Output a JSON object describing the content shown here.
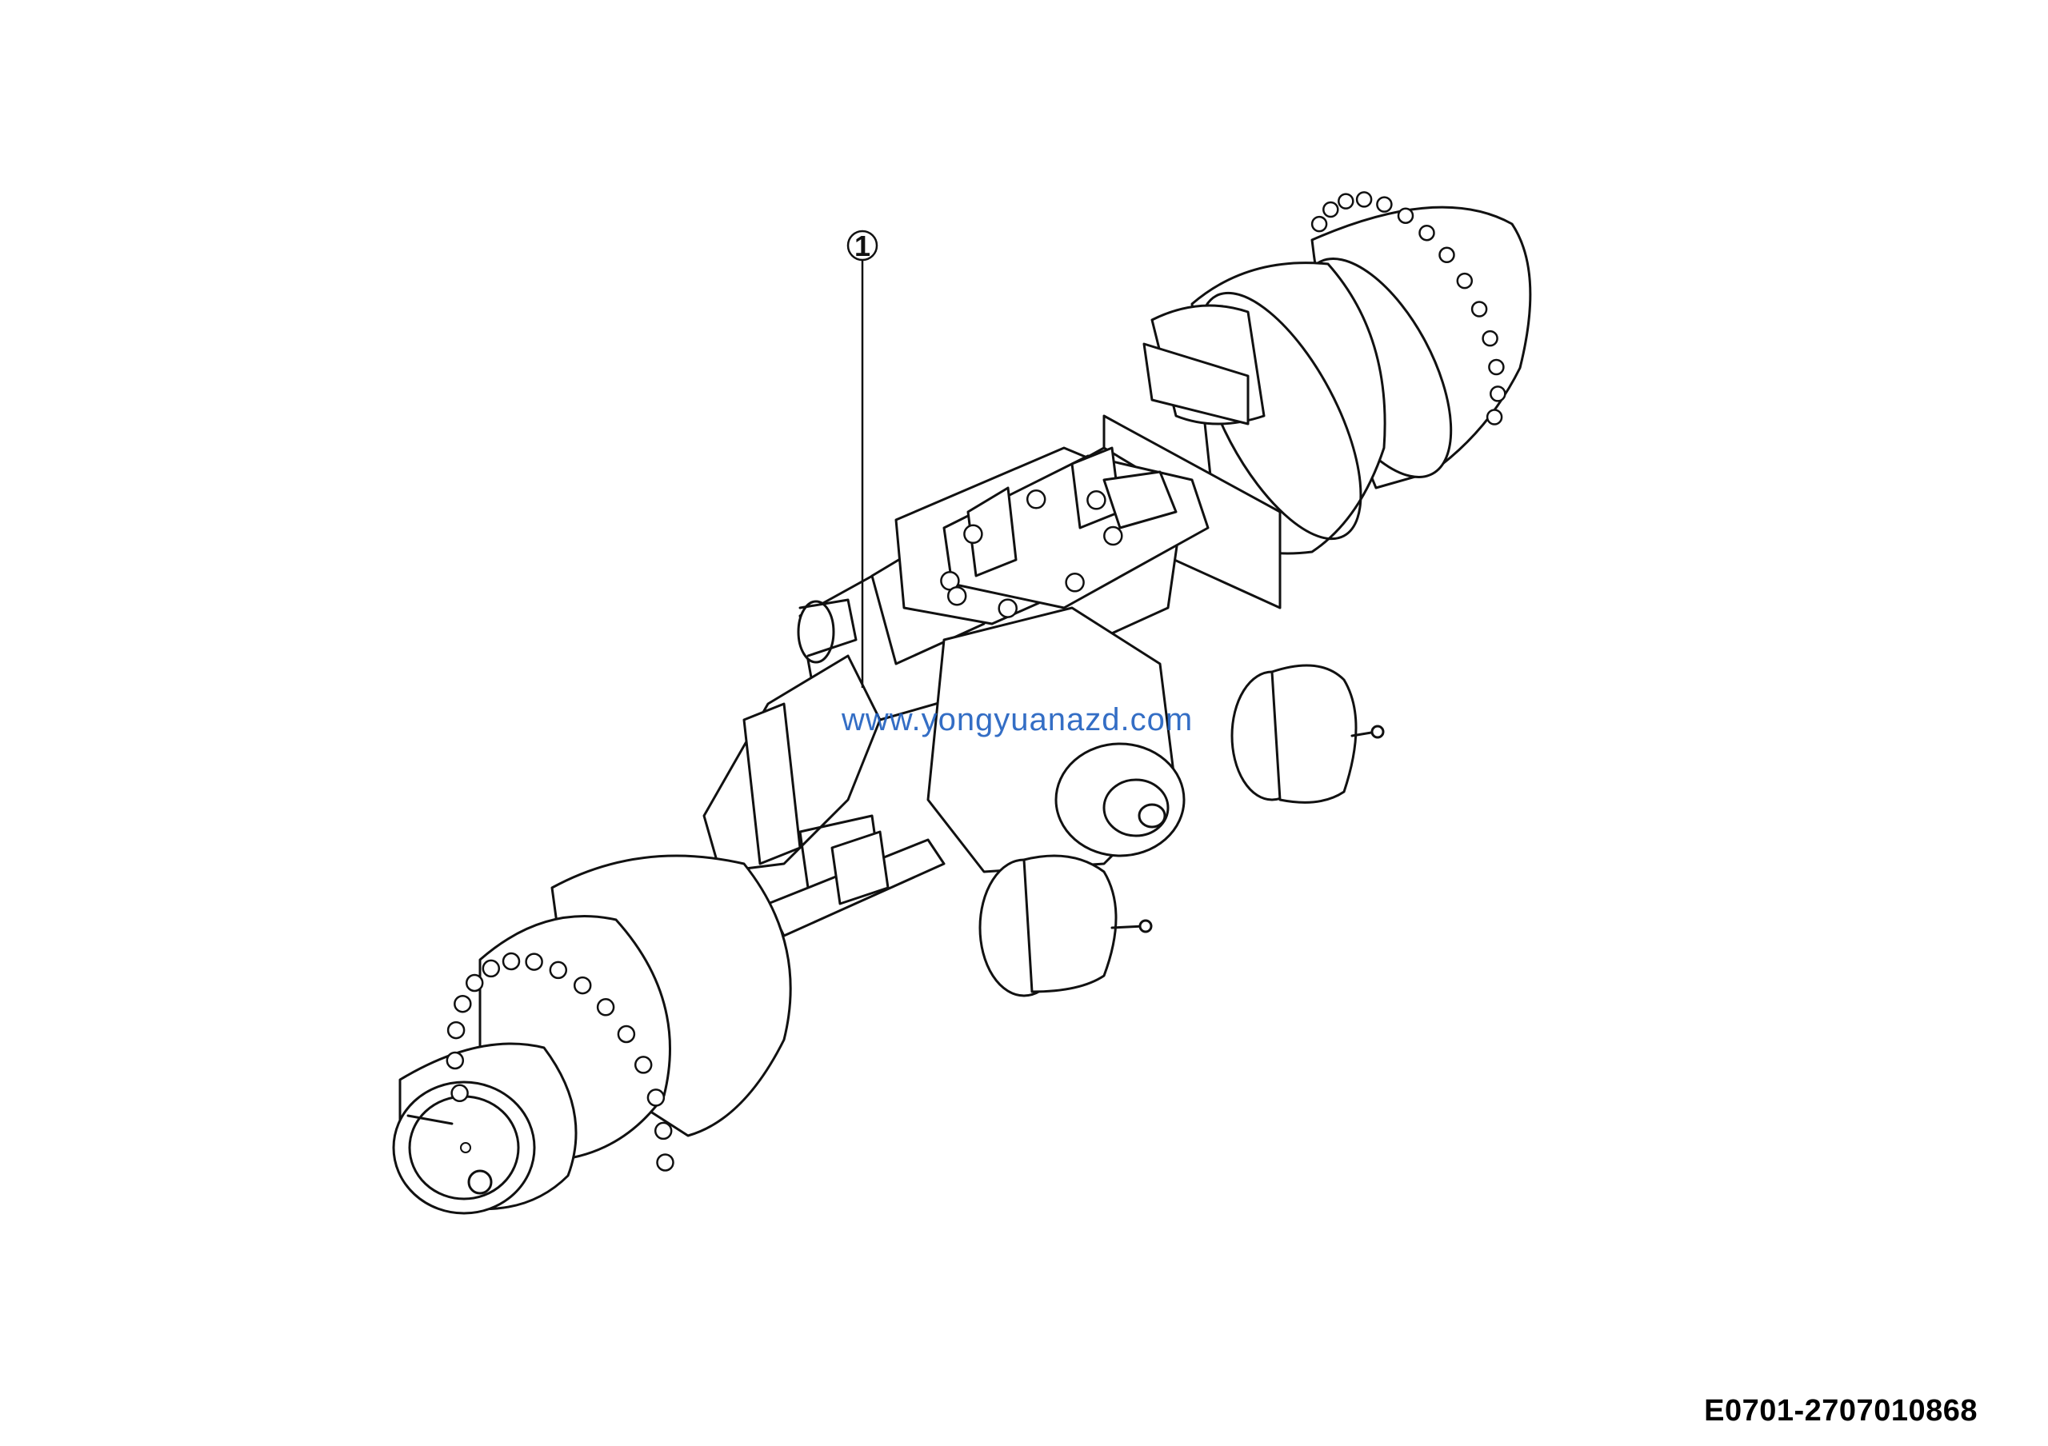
{
  "drawing": {
    "callout_number": "1",
    "drawing_number": "E0701-2707010868",
    "watermark": "www.yongyuanazd.com"
  },
  "colors": {
    "line": "#111111",
    "background": "#ffffff",
    "watermark": "#1f5fbf"
  }
}
